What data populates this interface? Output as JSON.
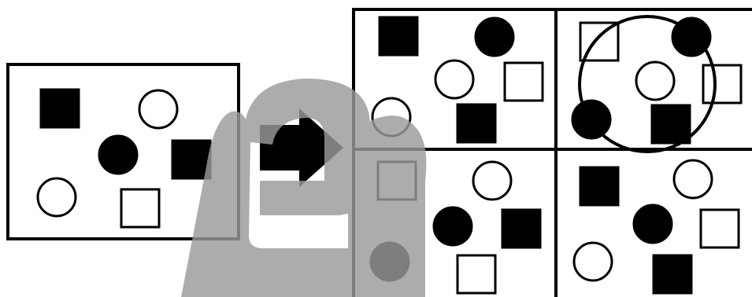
{
  "colors": {
    "background": "#ffffff",
    "stroke": "#000000",
    "filled": "#000000",
    "overlay": "#9a9a9a",
    "overlay_opacity": 0.82
  },
  "icons": {
    "arrow": "right-arrow-icon",
    "watermark": "watermark-glyph",
    "highlight": "selection-ring-icon"
  },
  "source_panel": {
    "shapes": [
      {
        "kind": "square",
        "fill": "filled"
      },
      {
        "kind": "circle",
        "fill": "empty"
      },
      {
        "kind": "circle",
        "fill": "filled"
      },
      {
        "kind": "square",
        "fill": "filled"
      },
      {
        "kind": "circle",
        "fill": "empty"
      },
      {
        "kind": "square",
        "fill": "empty"
      }
    ]
  },
  "options": [
    {
      "position": "top-left",
      "highlighted": false,
      "shapes": [
        {
          "kind": "square",
          "fill": "filled"
        },
        {
          "kind": "circle",
          "fill": "filled"
        },
        {
          "kind": "circle",
          "fill": "empty"
        },
        {
          "kind": "square",
          "fill": "empty"
        },
        {
          "kind": "circle",
          "fill": "empty"
        },
        {
          "kind": "square",
          "fill": "filled"
        }
      ]
    },
    {
      "position": "top-right",
      "highlighted": true,
      "shapes": [
        {
          "kind": "square",
          "fill": "empty"
        },
        {
          "kind": "circle",
          "fill": "filled"
        },
        {
          "kind": "circle",
          "fill": "empty"
        },
        {
          "kind": "square",
          "fill": "empty"
        },
        {
          "kind": "circle",
          "fill": "filled"
        },
        {
          "kind": "square",
          "fill": "filled"
        }
      ]
    },
    {
      "position": "bottom-left",
      "highlighted": false,
      "shapes": [
        {
          "kind": "square",
          "fill": "empty"
        },
        {
          "kind": "circle",
          "fill": "empty"
        },
        {
          "kind": "circle",
          "fill": "filled"
        },
        {
          "kind": "square",
          "fill": "filled"
        },
        {
          "kind": "circle",
          "fill": "filled"
        },
        {
          "kind": "square",
          "fill": "empty"
        }
      ]
    },
    {
      "position": "bottom-right",
      "highlighted": false,
      "shapes": [
        {
          "kind": "square",
          "fill": "filled"
        },
        {
          "kind": "circle",
          "fill": "empty"
        },
        {
          "kind": "circle",
          "fill": "filled"
        },
        {
          "kind": "square",
          "fill": "empty"
        },
        {
          "kind": "circle",
          "fill": "empty"
        },
        {
          "kind": "square",
          "fill": "filled"
        }
      ]
    }
  ]
}
